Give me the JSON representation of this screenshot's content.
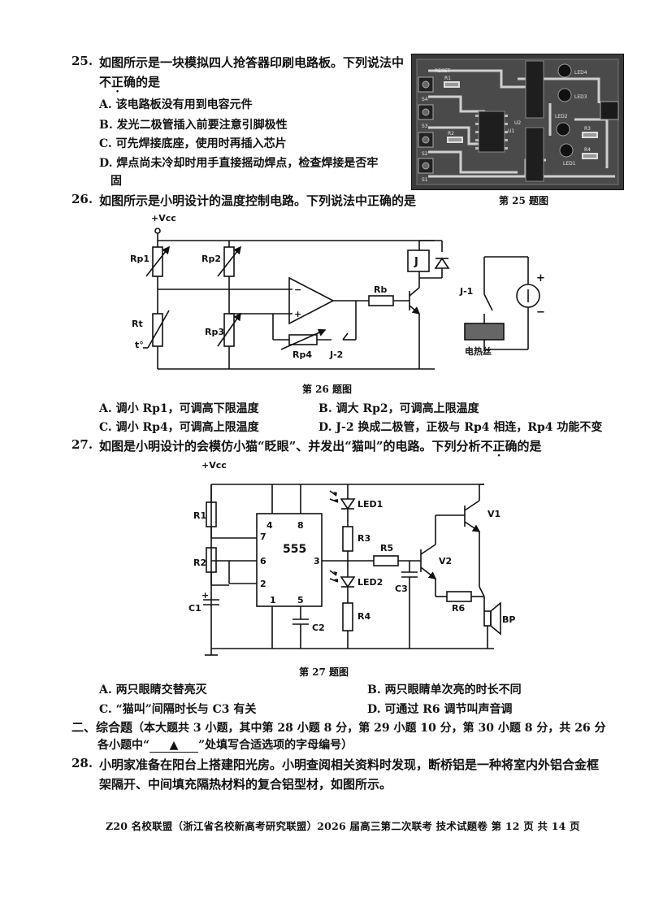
{
  "q25": {
    "number": "25.",
    "stem_line1": "如图所示是一块模拟四人抢答器印刷电路板。下列说法中",
    "stem_line2_dotted": "不正确",
    "stem_line2_rest": "的是",
    "options": [
      "A. 该电路板没有用到电容元件",
      "B. 发光二极管插入前要注意引脚极性",
      "C. 可先焊接底座，使用时再插入芯片",
      "D. 焊点尚未冷却时用手直接摇动焊点，检查焊接是否牢",
      "固"
    ],
    "caption": "第 25 题图",
    "pcb_labels": [
      "RESET",
      "S4",
      "S3",
      "S2",
      "S1",
      "U1",
      "U2",
      "LED4",
      "LED3",
      "LED2",
      "LED1",
      "R1",
      "R2",
      "R3",
      "R4"
    ]
  },
  "q26": {
    "number": "26.",
    "stem": "如图所示是小明设计的温度控制电路。下列说法中正确的是",
    "caption": "第 26 题图",
    "labels": {
      "vcc": "+Vcc",
      "rp1": "Rp1",
      "rp2": "Rp2",
      "rt": "Rt",
      "t": "t°",
      "rp3": "Rp3",
      "rp4": "Rp4",
      "j2": "J-2",
      "rb": "Rb",
      "j": "J",
      "j1": "J-1",
      "minus_in": "−",
      "plus_in": "+",
      "src_plus": "+",
      "src_minus": "−",
      "heater": "电热丝"
    },
    "options": [
      "A. 调小 Rp1，可调高下限温度",
      "B. 调大 Rp2，可调高上限温度",
      "C. 调小 Rp4，可调高上限温度",
      "D. J-2 换成二极管，正极与 Rp4 相连，Rp4 功能不变"
    ]
  },
  "q27": {
    "number": "27.",
    "stem_part1": "如图是小明设计的会模仿小猫“眨眼”、并发出“猫叫”的电路。下列分析",
    "stem_dotted": "不正确",
    "stem_part2": "的是",
    "caption": "第 27 题图",
    "labels": {
      "vcc": "+Vcc",
      "r1": "R1",
      "r2": "R2",
      "c1": "C1",
      "c1plus": "+",
      "chip": "555",
      "p4": "4",
      "p8": "8",
      "p7": "7",
      "p6": "6",
      "p2": "2",
      "p3": "3",
      "p1": "1",
      "p5": "5",
      "c2": "C2",
      "led1": "LED1",
      "r3": "R3",
      "led2": "LED2",
      "r4": "R4",
      "r5": "R5",
      "v2": "V2",
      "c3": "C3",
      "r6": "R6",
      "v1": "V1",
      "bp": "BP"
    },
    "options": [
      "A. 两只眼睛交替亮灭",
      "B. 两只眼睛单次亮的时长不同",
      "C. “猫叫”间隔时长与 C3 有关",
      "D. 可通过 R6 调节叫声音调"
    ]
  },
  "section2": {
    "title": "二、综合题",
    "desc": "（本大题共 3 小题，其中第 28 小题 8 分，第 29 小题 10 分，第 30 小题 8 分，共 26 分",
    "line2_a": "各小题中“",
    "blank_symbol": "▲",
    "line2_b": "”处填写合适选项的字母编号）"
  },
  "q28": {
    "number": "28.",
    "line1": "小明家准备在阳台上搭建阳光房。小明查阅相关资料时发现，断桥铝是一种将室内外铝合金框",
    "line2": "架隔开、中间填充隔热材料的复合铝型材，如图所示。"
  },
  "footer": "Z20 名校联盟（浙江省名校新高考研究联盟）2026 届高三第二次联考 技术试题卷 第 12 页 共 14 页"
}
